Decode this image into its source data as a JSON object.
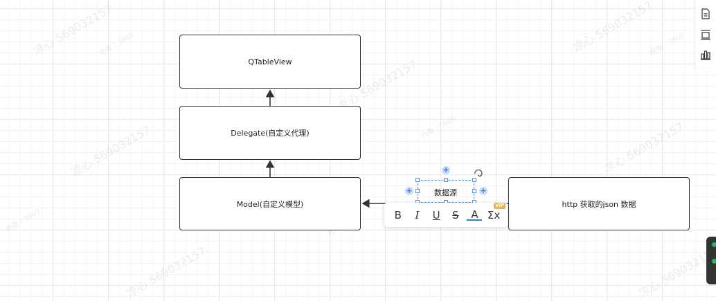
{
  "diagram": {
    "nodes": {
      "qtableview": "QTableView",
      "delegate": "Delegate(自定义代理)",
      "model": "Model(自定义模型)",
      "http": "http 获取的json 数据"
    },
    "selected_label": "数据源"
  },
  "text_toolbar": {
    "bold": "B",
    "italic": "I",
    "underline": "U",
    "strikethrough": "S",
    "font_color": "A",
    "formula": "Σx",
    "vip_badge": "VIP"
  },
  "watermarks": {
    "primary": "凉心 569032157",
    "secondary": "杨敬 / 3869"
  },
  "colors": {
    "node_border": "#333333",
    "selection": "#4a90e2",
    "accent": "#2f7be0",
    "vip": "#f3b13b"
  },
  "right_panel": {
    "icons": [
      "page-icon",
      "layout-icon",
      "chart-icon"
    ]
  }
}
